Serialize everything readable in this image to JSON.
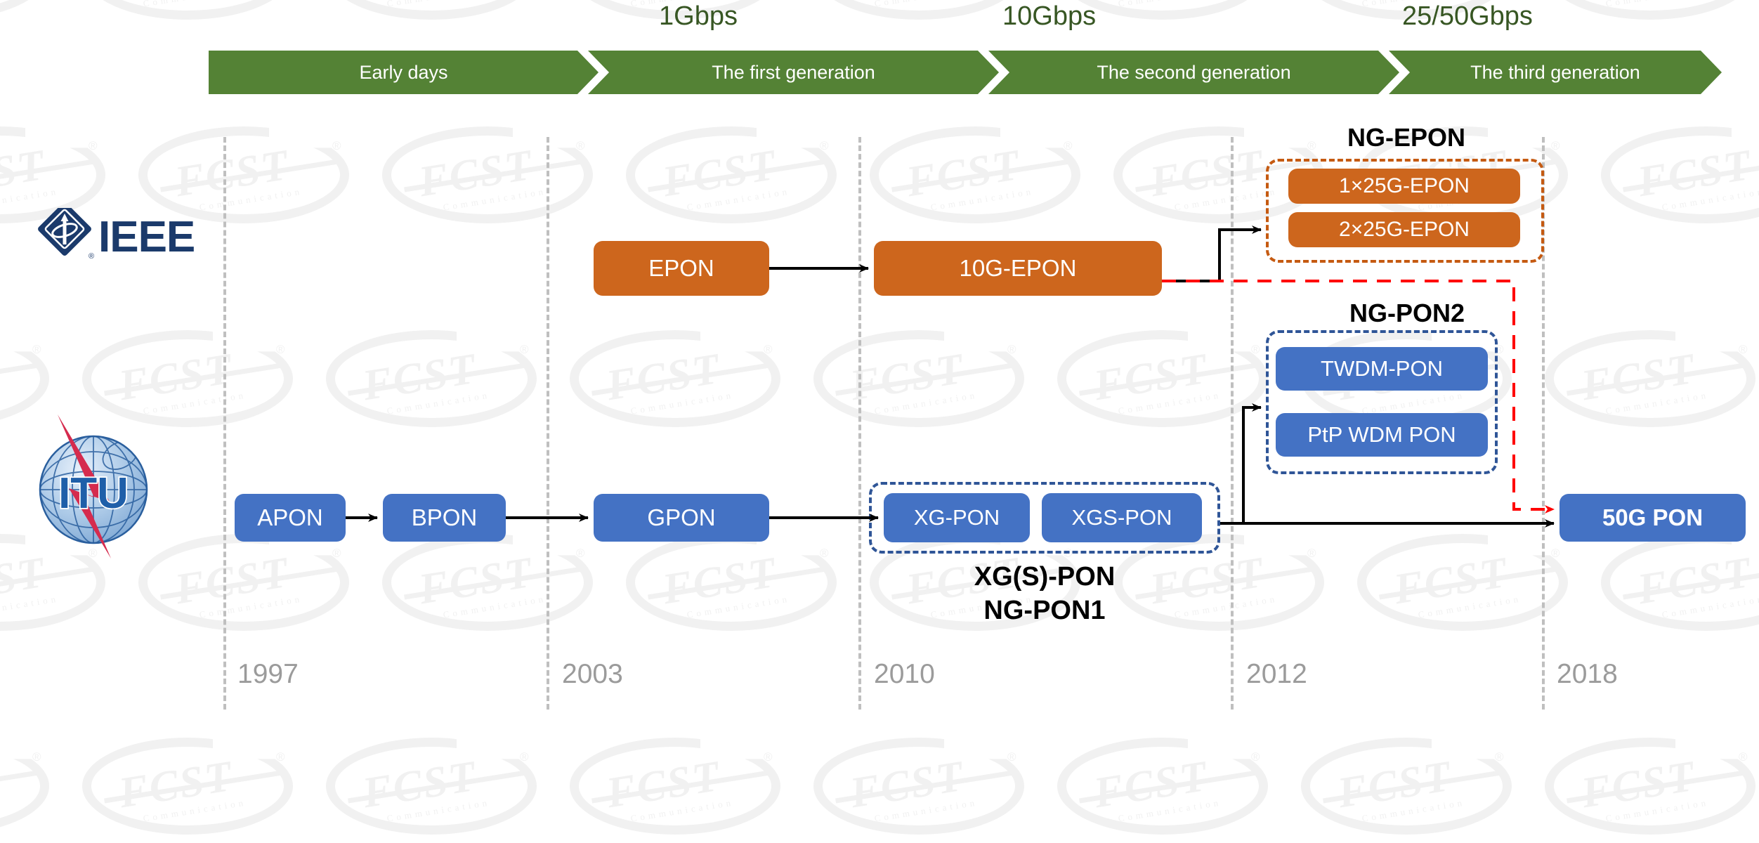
{
  "banner": {
    "phases": [
      {
        "label": "Early days"
      },
      {
        "label": "The first generation"
      },
      {
        "label": "The second generation"
      },
      {
        "label": "The third generation"
      }
    ],
    "speeds": [
      {
        "label": "1Gbps"
      },
      {
        "label": "10Gbps"
      },
      {
        "label": "25/50Gbps"
      }
    ],
    "color": "#548235",
    "speed_color": "#375623"
  },
  "timeline": {
    "years": [
      {
        "label": "1997"
      },
      {
        "label": "2003"
      },
      {
        "label": "2010"
      },
      {
        "label": "2012"
      },
      {
        "label": "2018"
      }
    ],
    "year_color": "#9b9b9b",
    "guide_color": "#bfbfbf"
  },
  "organizations": [
    {
      "name": "IEEE",
      "logo": "ieee-logo",
      "text": "IEEE",
      "color": "#1b3a6b"
    },
    {
      "name": "ITU",
      "logo": "itu-logo",
      "text": "ITU",
      "color": "#1f5fa9",
      "accent": "#d52b4e"
    }
  ],
  "ieee_track": {
    "boxes": [
      {
        "label": "EPON"
      },
      {
        "label": "10G-EPON"
      }
    ],
    "group": {
      "title": "NG-EPON",
      "items": [
        {
          "label": "1×25G-EPON"
        },
        {
          "label": "2×25G-EPON"
        }
      ],
      "border_color": "#c55a11"
    },
    "box_color": "#cd661d"
  },
  "itu_track": {
    "boxes": [
      {
        "label": "APON"
      },
      {
        "label": "BPON"
      },
      {
        "label": "GPON"
      },
      {
        "label": "50G PON"
      }
    ],
    "xgs_group": {
      "items": [
        {
          "label": "XG-PON"
        },
        {
          "label": "XGS-PON"
        }
      ],
      "caption_line1": "XG(S)-PON",
      "caption_line2": "NG-PON1",
      "border_color": "#2f5597"
    },
    "ngpon2_group": {
      "title": "NG-PON2",
      "items": [
        {
          "label": "TWDM-PON"
        },
        {
          "label": "PtP WDM PON"
        }
      ],
      "border_color": "#2f5597"
    },
    "box_color": "#4472c4"
  },
  "connectors": {
    "solid_color": "#000000",
    "dashed_color": "#ff0000"
  },
  "watermark": {
    "text": "FCST",
    "subtext": "Communication",
    "registered": "®",
    "color": "#f1f1f1"
  }
}
